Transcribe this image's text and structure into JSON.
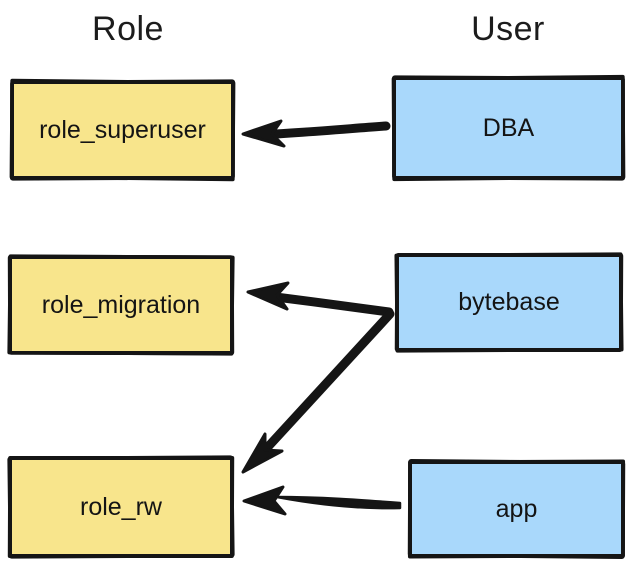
{
  "diagram": {
    "title_hidden": "",
    "background_color": "#ffffff",
    "columns": [
      {
        "id": "role",
        "label": "Role"
      },
      {
        "id": "user",
        "label": "User"
      }
    ],
    "colors": {
      "role_fill": "#f8e58c",
      "user_fill": "#a9d8fb",
      "stroke": "#151515",
      "text": "#141414"
    },
    "nodes": [
      {
        "id": "role_superuser",
        "label": "role_superuser",
        "column": "role",
        "row": 1
      },
      {
        "id": "dba",
        "label": "DBA",
        "column": "user",
        "row": 1
      },
      {
        "id": "role_migration",
        "label": "role_migration",
        "column": "role",
        "row": 2
      },
      {
        "id": "bytebase",
        "label": "bytebase",
        "column": "user",
        "row": 2
      },
      {
        "id": "role_rw",
        "label": "role_rw",
        "column": "role",
        "row": 3
      },
      {
        "id": "app",
        "label": "app",
        "column": "user",
        "row": 3
      }
    ],
    "edges": [
      {
        "id": "edge-dba-to-role-superuser",
        "from": "dba",
        "to": "role_superuser",
        "style": "arrow"
      },
      {
        "id": "edge-bytebase-to-role-migration",
        "from": "bytebase",
        "to": "role_migration",
        "style": "arrow"
      },
      {
        "id": "edge-bytebase-to-role-rw",
        "from": "bytebase",
        "to": "role_rw",
        "style": "arrow-diagonal"
      },
      {
        "id": "edge-app-to-role-rw",
        "from": "app",
        "to": "role_rw",
        "style": "arrow-double-line"
      }
    ]
  }
}
